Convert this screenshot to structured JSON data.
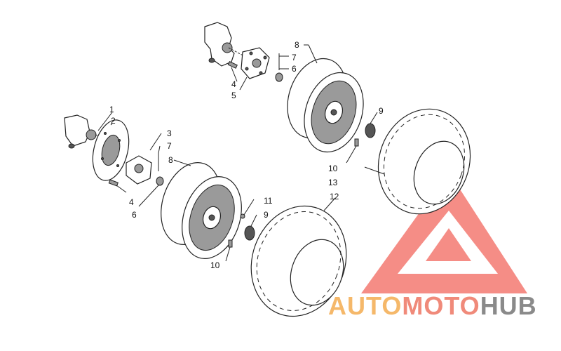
{
  "callouts": {
    "c1": "1",
    "c2": "2",
    "c3": "3",
    "c4a": "4",
    "c4b": "4",
    "c5": "5",
    "c6a": "6",
    "c6b": "6",
    "c7a": "7",
    "c7b": "7",
    "c8a": "8",
    "c8b": "8",
    "c9a": "9",
    "c9b": "9",
    "c10a": "10",
    "c10b": "10",
    "c11": "11",
    "c12": "12",
    "c13": "13"
  },
  "watermark": {
    "part1": "AUTO",
    "part2": "MOTO",
    "part3": "HUB",
    "color1": "#f5b86a",
    "color2": "#f08a7a",
    "color3": "#8a8a8a",
    "triangle_color": "#f47a72"
  }
}
